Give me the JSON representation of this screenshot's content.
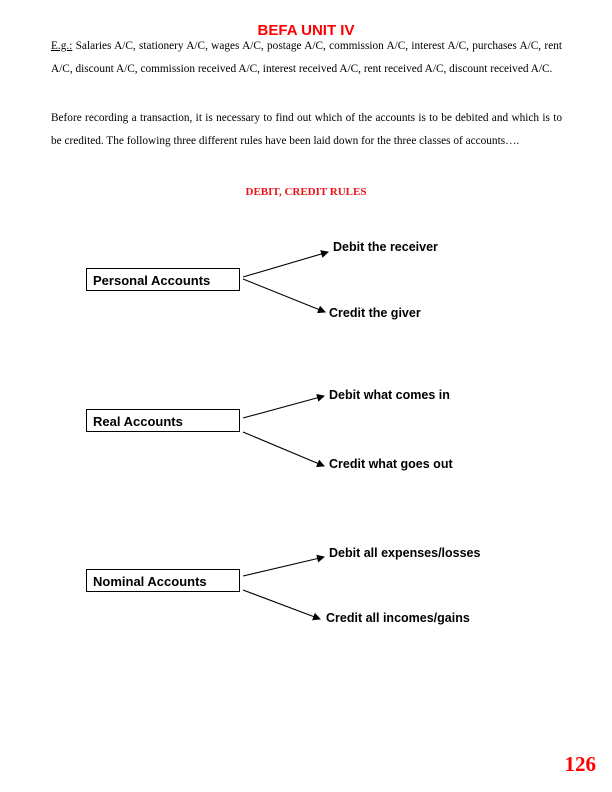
{
  "header": {
    "title": "BEFA UNIT IV"
  },
  "paragraph1": {
    "label": "E.g.:",
    "text": " Salaries  A/C, stationery A/C, wages A/C, postage A/C, commission A/C, interest A/C, purchases A/C, rent A/C, discount A/C, commission received A/C, interest received A/C, rent received A/C, discount received A/C."
  },
  "paragraph2": {
    "text": "Before recording a transaction, it is necessary to find out which of the accounts is to be debited and which is to be credited. The following three different rules have been laid down for the three classes of accounts…."
  },
  "section_heading": "DEBIT, CREDIT RULES",
  "diagram": {
    "groups": [
      {
        "account": "Personal Accounts",
        "debit_rule": "Debit the receiver",
        "credit_rule": "Credit the giver"
      },
      {
        "account": "Real Accounts",
        "debit_rule": "Debit what comes in",
        "credit_rule": "Credit what goes out"
      },
      {
        "account": "Nominal Accounts",
        "debit_rule": "Debit all expenses/losses",
        "credit_rule": "Credit all incomes/gains"
      }
    ]
  },
  "page_number": "126"
}
